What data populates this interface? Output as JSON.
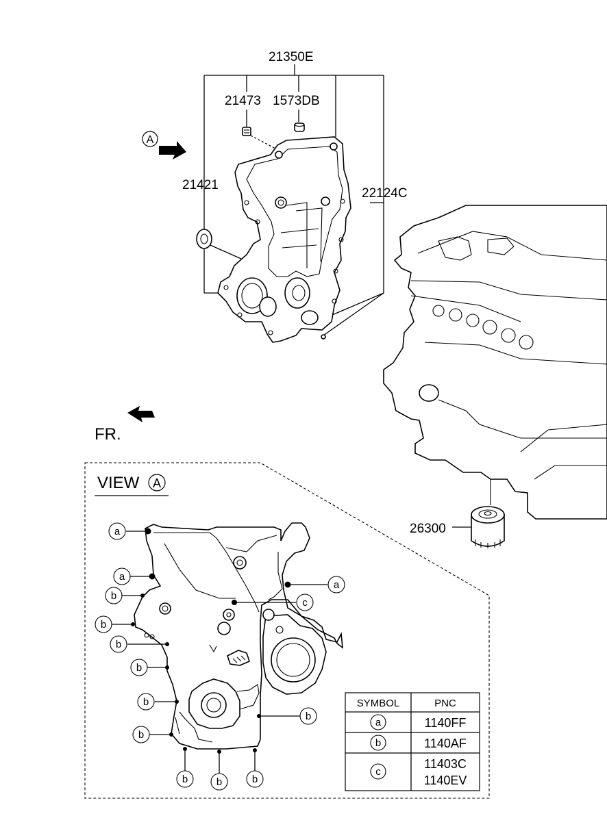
{
  "parts": {
    "assembly": "21350E",
    "plug": "21473",
    "dowel": "1573DB",
    "seal": "21421",
    "bolt": "22124C",
    "oil_filter": "26300"
  },
  "view_ref": {
    "arrow_letter": "A",
    "front_label": "FR.",
    "view_title": "VIEW",
    "view_letter": "A"
  },
  "callouts": {
    "a": "a",
    "b": "b",
    "c": "c"
  },
  "table": {
    "headers": [
      "SYMBOL",
      "PNC"
    ],
    "rows": [
      {
        "symbol": "a",
        "pnc": [
          "1140FF"
        ]
      },
      {
        "symbol": "b",
        "pnc": [
          "1140AF"
        ]
      },
      {
        "symbol": "c",
        "pnc": [
          "11403C",
          "1140EV"
        ]
      }
    ]
  },
  "icons": [
    "arrow-a-icon",
    "front-arrow-icon",
    "timing-cover-icon",
    "engine-block-icon",
    "oil-filter-icon",
    "oil-seal-icon"
  ]
}
